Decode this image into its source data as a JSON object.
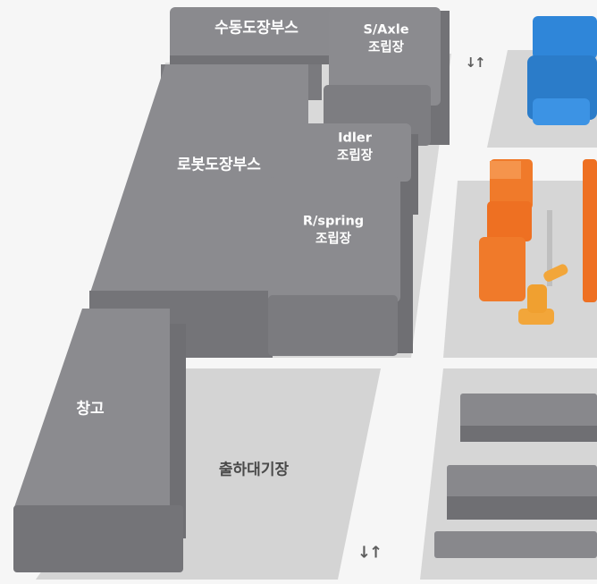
{
  "zones": {
    "manual_paint": "수동도장부스",
    "s_axle_line1": "S/Axle",
    "s_axle_line2": "조립장",
    "robot_paint": "로봇도장부스",
    "idler_line1": "Idler",
    "idler_line2": "조립장",
    "rspring_line1": "R/spring",
    "rspring_line2": "조립장",
    "warehouse": "창고",
    "shipping_wait": "출하대기장"
  },
  "arrows": {
    "top": "↓↑",
    "bottom": "↓↑"
  },
  "colors": {
    "building_top": "#8b8b8f",
    "building_side": "#6f6f73",
    "floor_zone": "#d9d9d9",
    "road": "#f4f4f4",
    "robot_orange": "#f07a2a",
    "robot_arm_yellow": "#f2a63a",
    "machine_blue": "#2f86d9"
  }
}
